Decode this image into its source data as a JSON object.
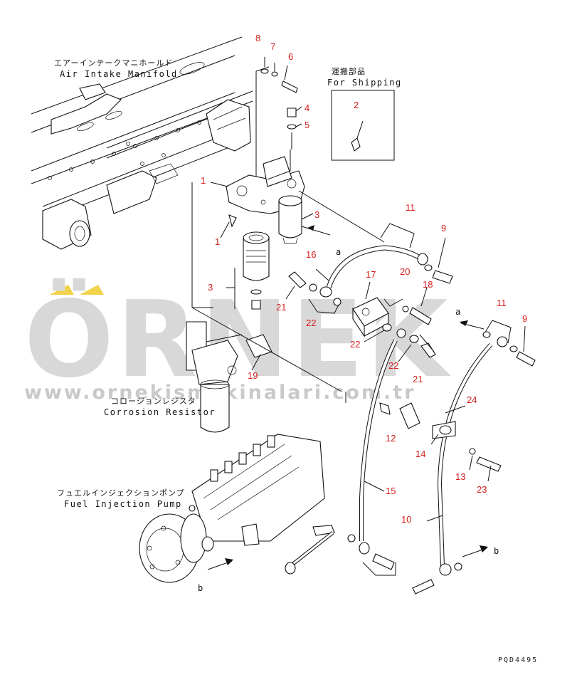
{
  "labels": {
    "air_intake_jp": "エアーインテークマニホールド",
    "air_intake_en": "Air Intake Manifold",
    "shipping_jp": "運搬部品",
    "shipping_en": "For Shipping",
    "corrosion_jp": "コロージョンレジスタ",
    "corrosion_en": "Corrosion Resistor",
    "fuel_pump_jp": "フュエルインジェクションポンプ",
    "fuel_pump_en": "Fuel Injection Pump",
    "ref_a1": "a",
    "ref_a2": "a",
    "ref_b1": "b",
    "ref_b2": "b",
    "drawing_code": "PQD4495"
  },
  "callouts": {
    "c8": "8",
    "c7": "7",
    "c6": "6",
    "c2": "2",
    "c4": "4",
    "c5": "5",
    "c1a": "1",
    "c1b": "1",
    "c3a": "3",
    "c3b": "3",
    "c11a": "11",
    "c9a": "9",
    "c16": "16",
    "c20": "20",
    "c17": "17",
    "c18": "18",
    "c21a": "21",
    "c22a": "22",
    "c22b": "22",
    "c22c": "22",
    "c21b": "21",
    "c11b": "11",
    "c9b": "9",
    "c19": "19",
    "c24": "24",
    "c12": "12",
    "c14": "14",
    "c13": "13",
    "c23": "23",
    "c15": "15",
    "c10": "10"
  },
  "watermark": {
    "brand": "ÖRNEK",
    "url": "www.ornekismakinalari.com.tr",
    "accent_color": "#f2d24a",
    "text_color": "#d8d8d8"
  }
}
